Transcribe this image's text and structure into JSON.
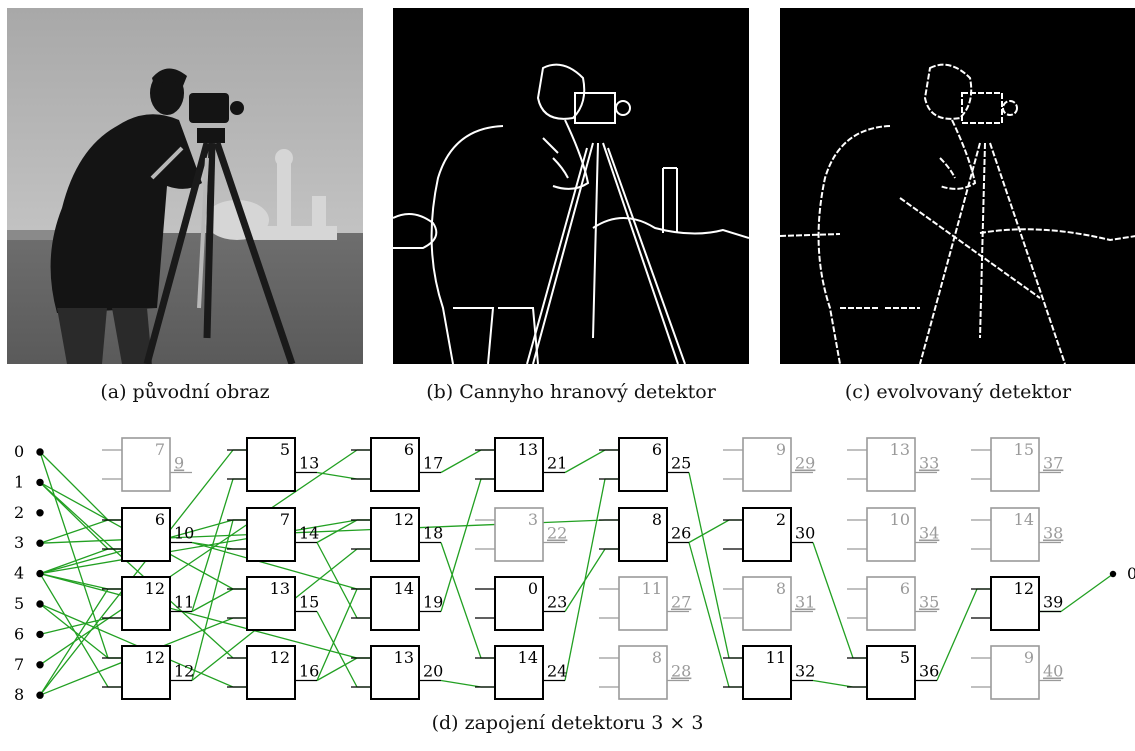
{
  "figure": {
    "captions": {
      "a": "(a) původní obraz",
      "b": "(b) Cannyho hranový detektor",
      "c": "(c) evolvovaný detektor",
      "d": "(d) zapojení detektoru 3 × 3"
    },
    "colors": {
      "active": "#000000",
      "inactive": "#9a9a9a",
      "wire": "#22a022"
    },
    "inputs": [
      "0",
      "1",
      "2",
      "3",
      "4",
      "5",
      "6",
      "7",
      "8"
    ],
    "output_label": "0",
    "columns": [
      [
        {
          "op": "7",
          "out": "9",
          "active": false
        },
        {
          "op": "6",
          "out": "10",
          "active": true
        },
        {
          "op": "12",
          "out": "11",
          "active": true
        },
        {
          "op": "12",
          "out": "12",
          "active": true
        }
      ],
      [
        {
          "op": "5",
          "out": "13",
          "active": true
        },
        {
          "op": "7",
          "out": "14",
          "active": true
        },
        {
          "op": "13",
          "out": "15",
          "active": true
        },
        {
          "op": "12",
          "out": "16",
          "active": true
        }
      ],
      [
        {
          "op": "6",
          "out": "17",
          "active": true
        },
        {
          "op": "12",
          "out": "18",
          "active": true
        },
        {
          "op": "14",
          "out": "19",
          "active": true
        },
        {
          "op": "13",
          "out": "20",
          "active": true
        }
      ],
      [
        {
          "op": "13",
          "out": "21",
          "active": true
        },
        {
          "op": "3",
          "out": "22",
          "active": false
        },
        {
          "op": "0",
          "out": "23",
          "active": true
        },
        {
          "op": "14",
          "out": "24",
          "active": true
        }
      ],
      [
        {
          "op": "6",
          "out": "25",
          "active": true
        },
        {
          "op": "8",
          "out": "26",
          "active": true
        },
        {
          "op": "11",
          "out": "27",
          "active": false
        },
        {
          "op": "8",
          "out": "28",
          "active": false
        }
      ],
      [
        {
          "op": "9",
          "out": "29",
          "active": false
        },
        {
          "op": "2",
          "out": "30",
          "active": true
        },
        {
          "op": "8",
          "out": "31",
          "active": false
        },
        {
          "op": "11",
          "out": "32",
          "active": true
        }
      ],
      [
        {
          "op": "13",
          "out": "33",
          "active": false
        },
        {
          "op": "10",
          "out": "34",
          "active": false
        },
        {
          "op": "6",
          "out": "35",
          "active": false
        },
        {
          "op": "5",
          "out": "36",
          "active": true
        }
      ],
      [
        {
          "op": "15",
          "out": "37",
          "active": false
        },
        {
          "op": "14",
          "out": "38",
          "active": false
        },
        {
          "op": "12",
          "out": "39",
          "active": true
        },
        {
          "op": "9",
          "out": "40",
          "active": false
        }
      ]
    ],
    "connections": [
      [
        0,
        10
      ],
      [
        0,
        12
      ],
      [
        1,
        10
      ],
      [
        1,
        15
      ],
      [
        1,
        16
      ],
      [
        3,
        10
      ],
      [
        3,
        26
      ],
      [
        4,
        10
      ],
      [
        4,
        11
      ],
      [
        4,
        12
      ],
      [
        4,
        14
      ],
      [
        4,
        18
      ],
      [
        4,
        20
      ],
      [
        5,
        12
      ],
      [
        5,
        16
      ],
      [
        6,
        11
      ],
      [
        7,
        17
      ],
      [
        8,
        11
      ],
      [
        8,
        13
      ],
      [
        8,
        15
      ],
      [
        10,
        14
      ],
      [
        10,
        19
      ],
      [
        11,
        13
      ],
      [
        11,
        15
      ],
      [
        12,
        14
      ],
      [
        12,
        18
      ],
      [
        13,
        17
      ],
      [
        14,
        18
      ],
      [
        14,
        19
      ],
      [
        15,
        20
      ],
      [
        16,
        19
      ],
      [
        16,
        20
      ],
      [
        17,
        21
      ],
      [
        18,
        24
      ],
      [
        19,
        21
      ],
      [
        20,
        24
      ],
      [
        21,
        25
      ],
      [
        23,
        26
      ],
      [
        24,
        25
      ],
      [
        25,
        32
      ],
      [
        26,
        30
      ],
      [
        26,
        32
      ],
      [
        30,
        36
      ],
      [
        32,
        36
      ],
      [
        36,
        39
      ]
    ]
  }
}
